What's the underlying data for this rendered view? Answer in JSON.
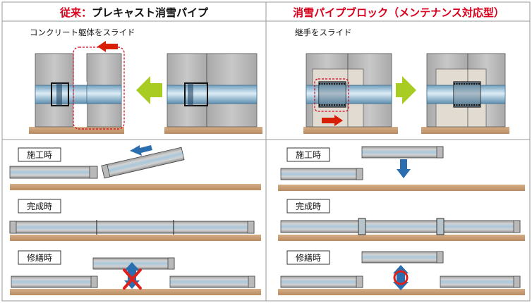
{
  "header": {
    "left_title_prefix": "従来：",
    "left_title_main": "プレキャスト消雪パイプ",
    "right_title": "消雪パイプブロック（メンテナンス対応型）"
  },
  "top_section": {
    "left_caption": "コンクリート躯体をスライド",
    "right_caption": "継手をスライド"
  },
  "stages": {
    "construction": "施工時",
    "completion": "完成時",
    "repair": "修繕時"
  },
  "colors": {
    "header_red": "#d8001c",
    "block_gray": "#b8b8b8",
    "pipe_blue": "#9fc3d9",
    "ground_brown": "#c8a07a",
    "red_arrow": "#d81e05",
    "green_arrow": "#a8cc22",
    "blue_arrow": "#2a6eb0",
    "light_block": "#e2dbd2"
  },
  "icons": [
    "red-arrow-left-icon",
    "green-arrow-left-icon",
    "green-arrow-right-icon",
    "red-arrow-right-icon",
    "blue-arrow-icon",
    "red-x-icon",
    "red-circle-icon"
  ]
}
